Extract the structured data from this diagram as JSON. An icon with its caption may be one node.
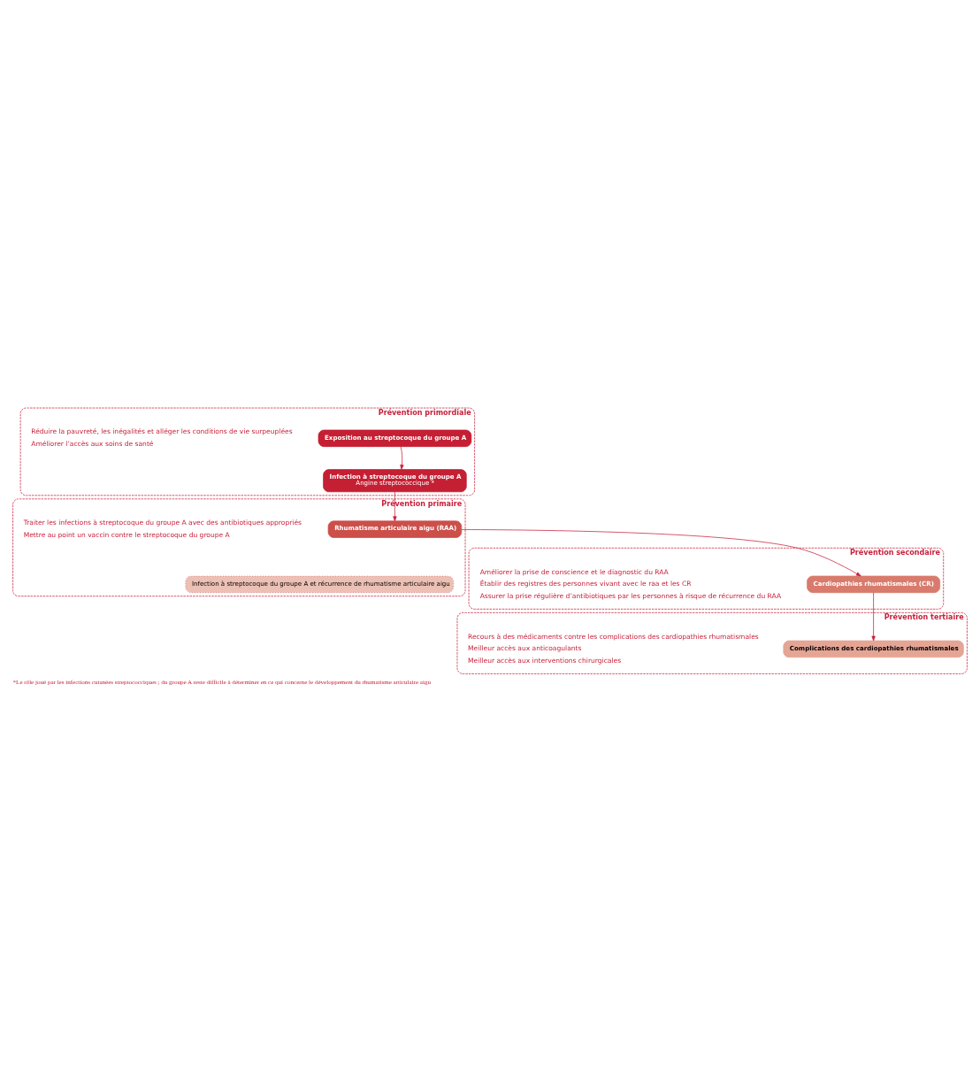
{
  "diagram": {
    "caption": "*Le rôle joué par les infections cutanées streptococciques ; du groupe A reste difficile à déterminer en ce qui concerne le développement du rhumatisme articulaire aigu",
    "nodes": [
      {
        "text": [
          "Prévention primordiale",
          "Réduire la pauvreté, les inégalités et alléger les conditions de vie surpeuplées",
          "Améliorer l’accès aux soins de santé"
        ]
      },
      {
        "text": [
          "Exposition au streptocoque du groupe A"
        ],
        "in": 0
      },
      {
        "text": [
          "Infection à streptocoque du groupe A",
          "Angine streptococcique *"
        ],
        "in": 0
      },
      {
        "text": [
          "Prévention primaire",
          "Traiter les infections à streptocoque du groupe A avec des antibiotiques appropriés",
          "Mettre au point un vaccin contre le streptocoque du groupe A"
        ]
      },
      {
        "text": [
          "Rhumatisme articulaire aigu (RAA)"
        ],
        "in": 3
      },
      {
        "text": [
          "Infection à streptocoque du groupe A et récurrence de rhumatisme articulaire aigu"
        ],
        "in": 3
      },
      {
        "text": [
          "Prévention secondaire",
          "Améliorer la prise de conscience et le diagnostic du RAA",
          "Établir des registres des personnes vivant avec le raa et les CR",
          "Assurer la prise régulière d’antibiotiques par les personnes à risque de récurrence du RAA"
        ]
      },
      {
        "text": [
          "Cardiopathies rhumatismales (CR)"
        ],
        "in": 6
      },
      {
        "text": [
          "Prévention tertiaire",
          "Recours à des médicaments contre les complications des cardiopathies rhumatismales",
          "Meilleur accès aux anticoagulants",
          "Meilleur accès aux interventions chirurgicales"
        ]
      },
      {
        "text": [
          "Complications des cardiopathies rhumatismales"
        ],
        "in": 8
      }
    ],
    "edges": [
      {
        "from": 1,
        "to": 2,
        "arrow": "to"
      },
      {
        "from": 2,
        "to": 4,
        "arrow": "to"
      },
      {
        "from": 4,
        "to": 7,
        "arrow": "to"
      },
      {
        "from": 7,
        "to": 9,
        "arrow": "to"
      }
    ]
  }
}
